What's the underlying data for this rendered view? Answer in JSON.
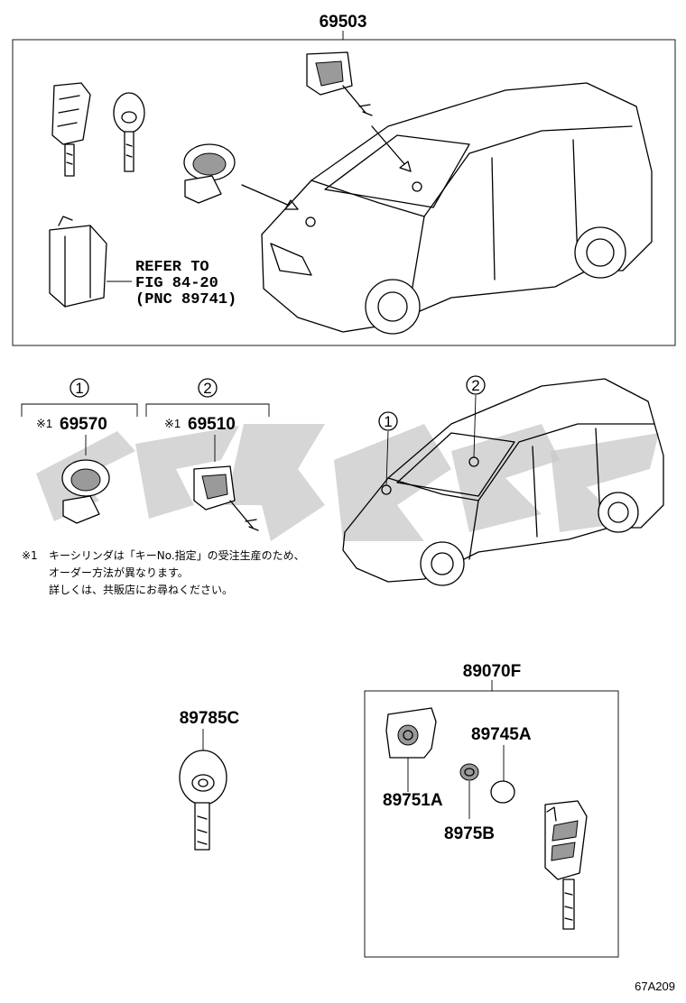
{
  "top_assembly": {
    "part_no": "69503",
    "refer_note": [
      "REFER TO",
      "FIG 84-20",
      "(PNC 89741)"
    ]
  },
  "callouts": [
    {
      "num": "1",
      "note_mark": "※1",
      "part_no": "69570"
    },
    {
      "num": "2",
      "note_mark": "※1",
      "part_no": "69510"
    }
  ],
  "vehicle_callouts": [
    "1",
    "2"
  ],
  "footnote": {
    "mark": "※1",
    "lines": [
      "キーシリンダは「キーNo.指定」の受注生産のため、",
      "オーダー方法が異なります。",
      "詳しくは、共販店にお尋ねください。"
    ]
  },
  "key_part": {
    "part_no": "89785C"
  },
  "remote_assembly": {
    "part_no": "89070F",
    "components": [
      "89745A",
      "89751A",
      "8975B"
    ]
  },
  "figure_code": "67A209"
}
